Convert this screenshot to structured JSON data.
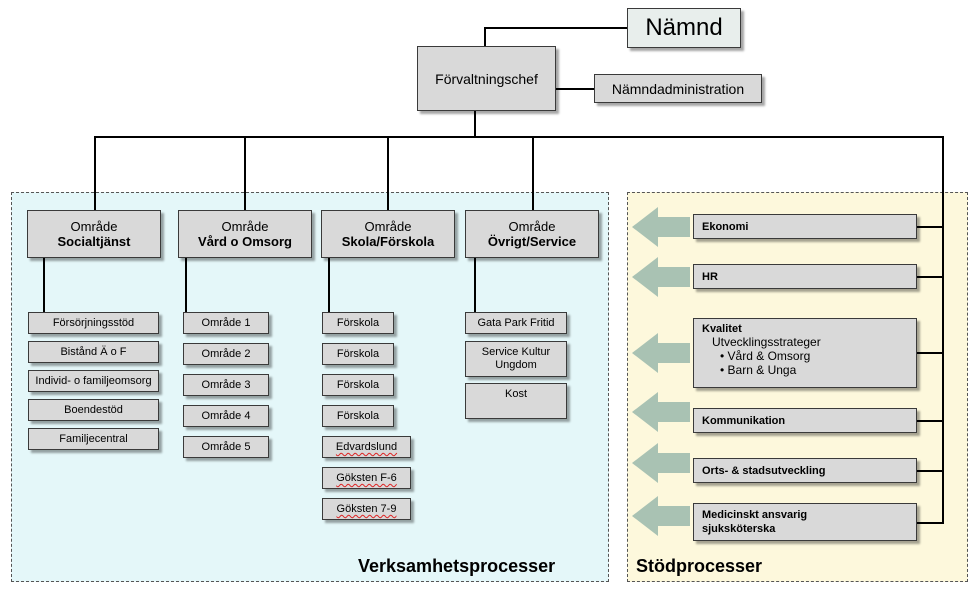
{
  "top": {
    "namnd": "Nämnd",
    "forvaltningschef": "Förvaltningschef",
    "namndadministration": "Nämndadministration"
  },
  "areas": [
    {
      "title": "Område",
      "name": "Socialtjänst",
      "units": [
        "Försörjningsstöd",
        "Bistånd Ä o F",
        "Individ- o familjeomsorg",
        "Boendestöd",
        "Familjecentral"
      ]
    },
    {
      "title": "Område",
      "name": "Vård o Omsorg",
      "units": [
        "Område 1",
        "Område 2",
        "Område 3",
        "Område 4",
        "Område 5"
      ]
    },
    {
      "title": "Område",
      "name": "Skola/Förskola",
      "units": [
        "Förskola",
        "Förskola",
        "Förskola",
        "Förskola",
        "Edvardslund",
        "Göksten F-6",
        "Göksten 7-9"
      ]
    },
    {
      "title": "Område",
      "name": "Övrigt/Service",
      "units": [
        "Gata Park Fritid",
        "Service Kultur Ungdom",
        "Kost"
      ]
    }
  ],
  "support": {
    "ekonomi": "Ekonomi",
    "hr": "HR",
    "kvalitet": "Kvalitet",
    "kvalitet_sub": "Utvecklingsstrateger",
    "kvalitet_items": [
      "Vård & Omsorg",
      "Barn & Unga"
    ],
    "kommunikation": "Kommunikation",
    "orts": "Orts- & stadsutveckling",
    "med_line1": "Medicinskt ansvarig",
    "med_line2": "sjuksköterska"
  },
  "regions": {
    "verksamhet": "Verksamhetsprocesser",
    "stod": "Stödprocesser"
  },
  "colors": {
    "verksamhet_bg": "#e4f7f9",
    "stod_bg": "#fdf8dc",
    "box_fill": "#d9d9d9",
    "arrow_fill": "#a9c2b3"
  }
}
